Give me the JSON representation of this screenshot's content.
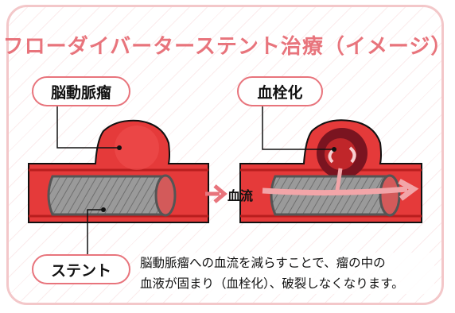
{
  "title": "フローダイバーターステント治療（イメージ）",
  "labels": {
    "aneurysm": "脳動脈瘤",
    "thrombosis": "血栓化",
    "stent": "ステント",
    "flow": "血流"
  },
  "caption": {
    "line1": "脳動脈瘤への血流を減らすことで、瘤の中の",
    "line2": "血液が固まり（血栓化）、破裂しなくなります。"
  },
  "colors": {
    "accent": "#e8747c",
    "vessel": "#e53a3a",
    "vessel_dark": "#b81e1e",
    "clot": "#7a1420",
    "stent": "#8f8f8f"
  }
}
